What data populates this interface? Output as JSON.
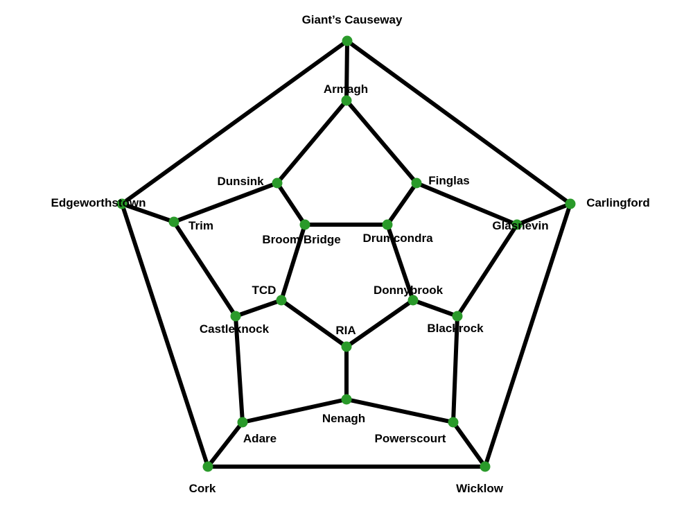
{
  "graph": {
    "colors": {
      "node": "#2a9a2a",
      "edge": "#000000",
      "background": "#ffffff"
    },
    "nodes": [
      {
        "id": "giants_causeway",
        "label": "Giant’s Causeway"
      },
      {
        "id": "armagh",
        "label": "Armagh"
      },
      {
        "id": "dunsink",
        "label": "Dunsink"
      },
      {
        "id": "finglas",
        "label": "Finglas"
      },
      {
        "id": "edgeworthstown",
        "label": "Edgeworthstown"
      },
      {
        "id": "trim",
        "label": "Trim"
      },
      {
        "id": "broom_bridge",
        "label": "Broom Bridge"
      },
      {
        "id": "drumcondra",
        "label": "Drumcondra"
      },
      {
        "id": "glasnevin",
        "label": "Glasnevin"
      },
      {
        "id": "carlingford",
        "label": "Carlingford"
      },
      {
        "id": "tcd",
        "label": "TCD"
      },
      {
        "id": "donnybrook",
        "label": "Donnybrook"
      },
      {
        "id": "castleknock",
        "label": "Castleknock"
      },
      {
        "id": "ria",
        "label": "RIA"
      },
      {
        "id": "blackrock",
        "label": "Blackrock"
      },
      {
        "id": "nenagh",
        "label": "Nenagh"
      },
      {
        "id": "adare",
        "label": "Adare"
      },
      {
        "id": "powerscourt",
        "label": "Powerscourt"
      },
      {
        "id": "cork",
        "label": "Cork"
      },
      {
        "id": "wicklow",
        "label": "Wicklow"
      }
    ],
    "edges": [
      [
        "giants_causeway",
        "carlingford"
      ],
      [
        "carlingford",
        "wicklow"
      ],
      [
        "wicklow",
        "cork"
      ],
      [
        "cork",
        "edgeworthstown"
      ],
      [
        "edgeworthstown",
        "giants_causeway"
      ],
      [
        "giants_causeway",
        "armagh"
      ],
      [
        "carlingford",
        "glasnevin"
      ],
      [
        "wicklow",
        "powerscourt"
      ],
      [
        "cork",
        "adare"
      ],
      [
        "edgeworthstown",
        "trim"
      ],
      [
        "armagh",
        "dunsink"
      ],
      [
        "armagh",
        "finglas"
      ],
      [
        "finglas",
        "glasnevin"
      ],
      [
        "glasnevin",
        "blackrock"
      ],
      [
        "blackrock",
        "powerscourt"
      ],
      [
        "powerscourt",
        "nenagh"
      ],
      [
        "nenagh",
        "adare"
      ],
      [
        "adare",
        "castleknock"
      ],
      [
        "castleknock",
        "trim"
      ],
      [
        "trim",
        "dunsink"
      ],
      [
        "dunsink",
        "broom_bridge"
      ],
      [
        "finglas",
        "drumcondra"
      ],
      [
        "blackrock",
        "donnybrook"
      ],
      [
        "nenagh",
        "ria"
      ],
      [
        "castleknock",
        "tcd"
      ],
      [
        "broom_bridge",
        "drumcondra"
      ],
      [
        "drumcondra",
        "donnybrook"
      ],
      [
        "donnybrook",
        "ria"
      ],
      [
        "ria",
        "tcd"
      ],
      [
        "tcd",
        "broom_bridge"
      ]
    ]
  }
}
